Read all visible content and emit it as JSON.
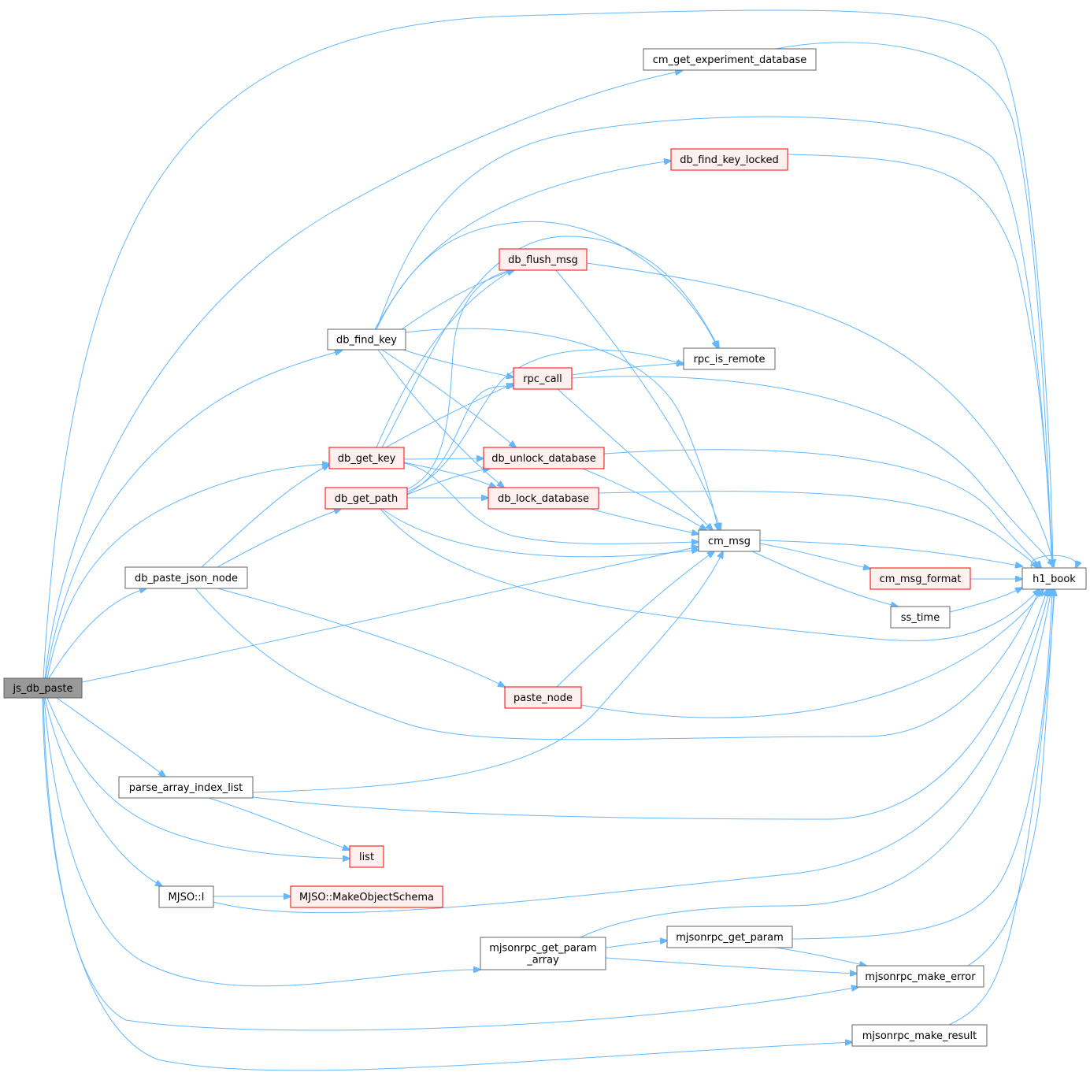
{
  "diagram": {
    "colors": {
      "edge": "#63b8ff",
      "root_fill": "#999999",
      "root_stroke": "#666666",
      "node_fill": "#ffffff",
      "node_stroke": "#666666",
      "red_fill": "#fff0f0",
      "red_stroke": "#ff0000"
    },
    "nodes": [
      {
        "id": "js_db_paste",
        "label": "js_db_paste",
        "style": "root"
      },
      {
        "id": "cm_get_experiment_database",
        "label": "cm_get_experiment_database",
        "style": "normal"
      },
      {
        "id": "db_find_key_locked",
        "label": "db_find_key_locked",
        "style": "red"
      },
      {
        "id": "db_flush_msg",
        "label": "db_flush_msg",
        "style": "red"
      },
      {
        "id": "db_find_key",
        "label": "db_find_key",
        "style": "normal"
      },
      {
        "id": "rpc_is_remote",
        "label": "rpc_is_remote",
        "style": "normal"
      },
      {
        "id": "rpc_call",
        "label": "rpc_call",
        "style": "red"
      },
      {
        "id": "db_get_key",
        "label": "db_get_key",
        "style": "red"
      },
      {
        "id": "db_unlock_database",
        "label": "db_unlock_database",
        "style": "red"
      },
      {
        "id": "db_get_path",
        "label": "db_get_path",
        "style": "red"
      },
      {
        "id": "db_lock_database",
        "label": "db_lock_database",
        "style": "red"
      },
      {
        "id": "cm_msg",
        "label": "cm_msg",
        "style": "normal"
      },
      {
        "id": "db_paste_json_node",
        "label": "db_paste_json_node",
        "style": "normal"
      },
      {
        "id": "cm_msg_format",
        "label": "cm_msg_format",
        "style": "red"
      },
      {
        "id": "h1_book",
        "label": "h1_book",
        "style": "normal"
      },
      {
        "id": "ss_time",
        "label": "ss_time",
        "style": "normal"
      },
      {
        "id": "paste_node",
        "label": "paste_node",
        "style": "red"
      },
      {
        "id": "parse_array_index_list",
        "label": "parse_array_index_list",
        "style": "normal"
      },
      {
        "id": "list",
        "label": "list",
        "style": "red"
      },
      {
        "id": "MJSO_I",
        "label": "MJSO::I",
        "style": "normal"
      },
      {
        "id": "MJSO_MakeObjectSchema",
        "label": "MJSO::MakeObjectSchema",
        "style": "red"
      },
      {
        "id": "mjsonrpc_get_param_array",
        "label": "mjsonrpc_get_param\n_array",
        "style": "normal"
      },
      {
        "id": "mjsonrpc_get_param",
        "label": "mjsonrpc_get_param",
        "style": "normal"
      },
      {
        "id": "mjsonrpc_make_error",
        "label": "mjsonrpc_make_error",
        "style": "normal"
      },
      {
        "id": "mjsonrpc_make_result",
        "label": "mjsonrpc_make_result",
        "style": "normal"
      }
    ],
    "edges": [
      [
        "js_db_paste",
        "h1_book"
      ],
      [
        "js_db_paste",
        "cm_get_experiment_database"
      ],
      [
        "js_db_paste",
        "db_find_key"
      ],
      [
        "js_db_paste",
        "db_get_key"
      ],
      [
        "js_db_paste",
        "db_paste_json_node"
      ],
      [
        "js_db_paste",
        "cm_msg"
      ],
      [
        "js_db_paste",
        "parse_array_index_list"
      ],
      [
        "js_db_paste",
        "list"
      ],
      [
        "js_db_paste",
        "MJSO_I"
      ],
      [
        "js_db_paste",
        "mjsonrpc_get_param_array"
      ],
      [
        "js_db_paste",
        "mjsonrpc_make_error"
      ],
      [
        "js_db_paste",
        "mjsonrpc_make_result"
      ],
      [
        "cm_get_experiment_database",
        "h1_book"
      ],
      [
        "db_find_key",
        "h1_book"
      ],
      [
        "db_find_key",
        "db_find_key_locked"
      ],
      [
        "db_find_key",
        "db_flush_msg"
      ],
      [
        "db_find_key",
        "rpc_is_remote"
      ],
      [
        "db_find_key",
        "rpc_call"
      ],
      [
        "db_find_key",
        "cm_msg"
      ],
      [
        "db_find_key",
        "db_unlock_database"
      ],
      [
        "db_find_key",
        "db_lock_database"
      ],
      [
        "db_find_key_locked",
        "h1_book"
      ],
      [
        "db_flush_msg",
        "h1_book"
      ],
      [
        "db_flush_msg",
        "cm_msg"
      ],
      [
        "rpc_call",
        "rpc_is_remote"
      ],
      [
        "rpc_call",
        "h1_book"
      ],
      [
        "rpc_call",
        "cm_msg"
      ],
      [
        "db_get_key",
        "db_flush_msg"
      ],
      [
        "db_get_key",
        "rpc_is_remote"
      ],
      [
        "db_get_key",
        "rpc_call"
      ],
      [
        "db_get_key",
        "db_unlock_database"
      ],
      [
        "db_get_key",
        "db_lock_database"
      ],
      [
        "db_get_key",
        "cm_msg"
      ],
      [
        "db_get_path",
        "db_flush_msg"
      ],
      [
        "db_get_path",
        "rpc_is_remote"
      ],
      [
        "db_get_path",
        "rpc_call"
      ],
      [
        "db_get_path",
        "db_unlock_database"
      ],
      [
        "db_get_path",
        "db_lock_database"
      ],
      [
        "db_get_path",
        "cm_msg"
      ],
      [
        "db_get_path",
        "h1_book"
      ],
      [
        "db_unlock_database",
        "h1_book"
      ],
      [
        "db_unlock_database",
        "cm_msg"
      ],
      [
        "db_lock_database",
        "h1_book"
      ],
      [
        "db_lock_database",
        "cm_msg"
      ],
      [
        "cm_msg",
        "h1_book"
      ],
      [
        "cm_msg",
        "cm_msg_format"
      ],
      [
        "cm_msg",
        "ss_time"
      ],
      [
        "cm_msg_format",
        "h1_book"
      ],
      [
        "ss_time",
        "h1_book"
      ],
      [
        "h1_book",
        "h1_book"
      ],
      [
        "db_paste_json_node",
        "db_get_key"
      ],
      [
        "db_paste_json_node",
        "db_get_path"
      ],
      [
        "db_paste_json_node",
        "paste_node"
      ],
      [
        "db_paste_json_node",
        "h1_book"
      ],
      [
        "paste_node",
        "cm_msg"
      ],
      [
        "paste_node",
        "h1_book"
      ],
      [
        "parse_array_index_list",
        "cm_msg"
      ],
      [
        "parse_array_index_list",
        "h1_book"
      ],
      [
        "parse_array_index_list",
        "list"
      ],
      [
        "MJSO_I",
        "MJSO_MakeObjectSchema"
      ],
      [
        "MJSO_I",
        "h1_book"
      ],
      [
        "mjsonrpc_get_param_array",
        "h1_book"
      ],
      [
        "mjsonrpc_get_param_array",
        "mjsonrpc_get_param"
      ],
      [
        "mjsonrpc_get_param_array",
        "mjsonrpc_make_error"
      ],
      [
        "mjsonrpc_get_param",
        "h1_book"
      ],
      [
        "mjsonrpc_get_param",
        "mjsonrpc_make_error"
      ],
      [
        "mjsonrpc_make_error",
        "h1_book"
      ],
      [
        "mjsonrpc_make_result",
        "h1_book"
      ]
    ]
  }
}
